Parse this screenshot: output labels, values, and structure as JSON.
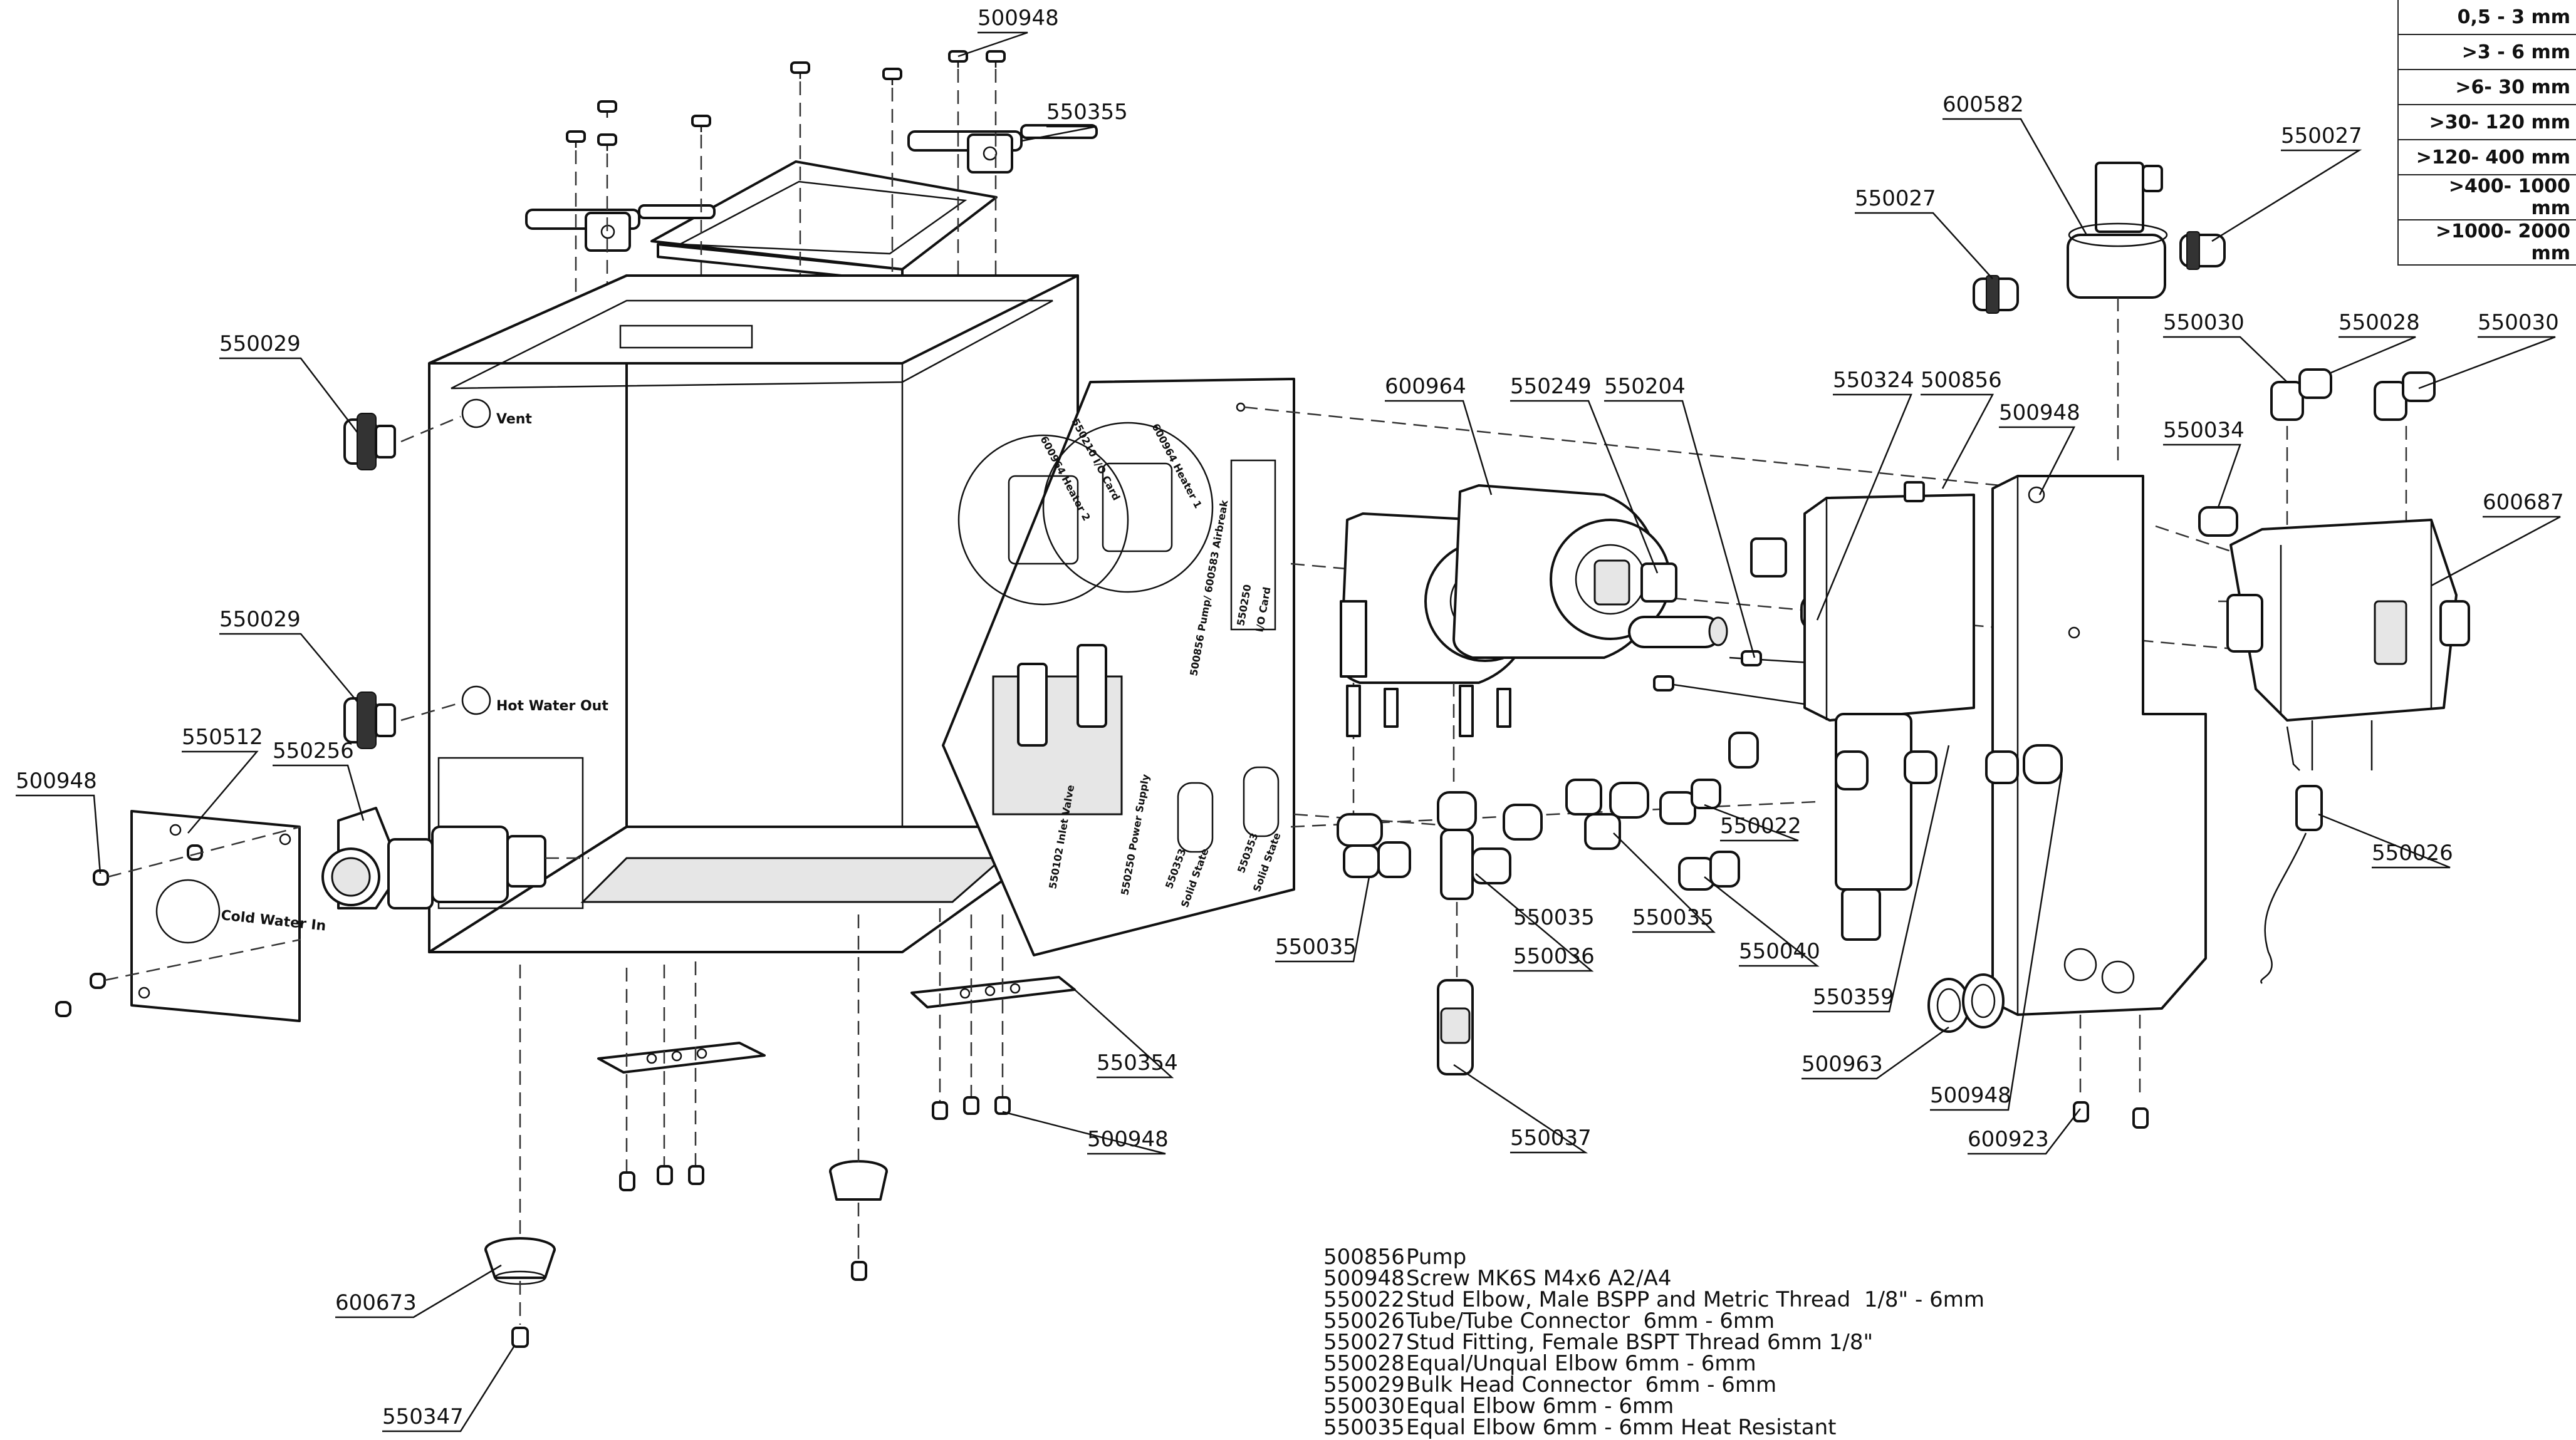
{
  "callouts": [
    {
      "id": "c1",
      "text": "500948"
    },
    {
      "id": "c2",
      "text": "550355"
    },
    {
      "id": "c3",
      "text": "550029"
    },
    {
      "id": "c4",
      "text": "550029"
    },
    {
      "id": "c5",
      "text": "550512"
    },
    {
      "id": "c6",
      "text": "550256"
    },
    {
      "id": "c7",
      "text": "500948"
    },
    {
      "id": "c8",
      "text": "600673"
    },
    {
      "id": "c9",
      "text": "550347"
    },
    {
      "id": "c10",
      "text": "550354"
    },
    {
      "id": "c11",
      "text": "500948"
    },
    {
      "id": "c12",
      "text": "600964"
    },
    {
      "id": "c13",
      "text": "550249"
    },
    {
      "id": "c14",
      "text": "550204"
    },
    {
      "id": "c15",
      "text": "550324"
    },
    {
      "id": "c16",
      "text": "500856"
    },
    {
      "id": "c17",
      "text": "500948"
    },
    {
      "id": "c18",
      "text": "550027"
    },
    {
      "id": "c19",
      "text": "600582"
    },
    {
      "id": "c20",
      "text": "550027"
    },
    {
      "id": "c21",
      "text": "550030"
    },
    {
      "id": "c22",
      "text": "550028"
    },
    {
      "id": "c23",
      "text": "550030"
    },
    {
      "id": "c24",
      "text": "550034"
    },
    {
      "id": "c25",
      "text": "600687"
    },
    {
      "id": "c26",
      "text": "550026"
    },
    {
      "id": "c27",
      "text": "550022"
    },
    {
      "id": "c28",
      "text": "550035"
    },
    {
      "id": "c29",
      "text": "550035"
    },
    {
      "id": "c30",
      "text": "550040"
    },
    {
      "id": "c31",
      "text": "550035"
    },
    {
      "id": "c32",
      "text": "550036"
    },
    {
      "id": "c33",
      "text": "550037"
    },
    {
      "id": "c34",
      "text": "550359"
    },
    {
      "id": "c35",
      "text": "500963"
    },
    {
      "id": "c36",
      "text": "500948"
    },
    {
      "id": "c37",
      "text": "600923"
    }
  ],
  "panel_labels": {
    "vent": "Vent",
    "hot_water_out": "Hot Water Out",
    "cold_water_in": "Cold Water In",
    "heater_2": "600964 Heater 2",
    "io_card_a": "550210 I/O Card",
    "heater_1": "600964 Heater 1",
    "pump_airbreak": "500856 Pump/ 600583 Airbreak",
    "io_card_b_code": "550250",
    "io_card_b": "I/O Card",
    "inlet_valve": "550102 Inlet Valve",
    "power_supply": "550250 Power Supply",
    "solid_state_a_code": "550353",
    "solid_state_a": "Solid State",
    "solid_state_b_code": "550353",
    "solid_state_b": "Solid State"
  },
  "tolerance_table": [
    "0,5 - 3 mm",
    ">3 - 6 mm",
    ">6- 30 mm",
    ">30- 120 mm",
    ">120- 400 mm",
    ">400- 1000 mm",
    ">1000- 2000 mm"
  ],
  "parts_list": [
    {
      "code": "500856",
      "desc": "Pump"
    },
    {
      "code": "500948",
      "desc": "Screw MK6S M4x6 A2/A4"
    },
    {
      "code": "550022",
      "desc": "Stud Elbow, Male BSPP and Metric Thread  1/8\" - 6mm"
    },
    {
      "code": "550026",
      "desc": "Tube/Tube Connector  6mm - 6mm"
    },
    {
      "code": "550027",
      "desc": "Stud Fitting, Female BSPT Thread 6mm 1/8\""
    },
    {
      "code": "550028",
      "desc": "Equal/Unqual Elbow 6mm - 6mm"
    },
    {
      "code": "550029",
      "desc": "Bulk Head Connector  6mm - 6mm"
    },
    {
      "code": "550030",
      "desc": "Equal Elbow 6mm - 6mm"
    },
    {
      "code": "550035",
      "desc": "Equal Elbow 6mm - 6mm Heat Resistant"
    }
  ]
}
